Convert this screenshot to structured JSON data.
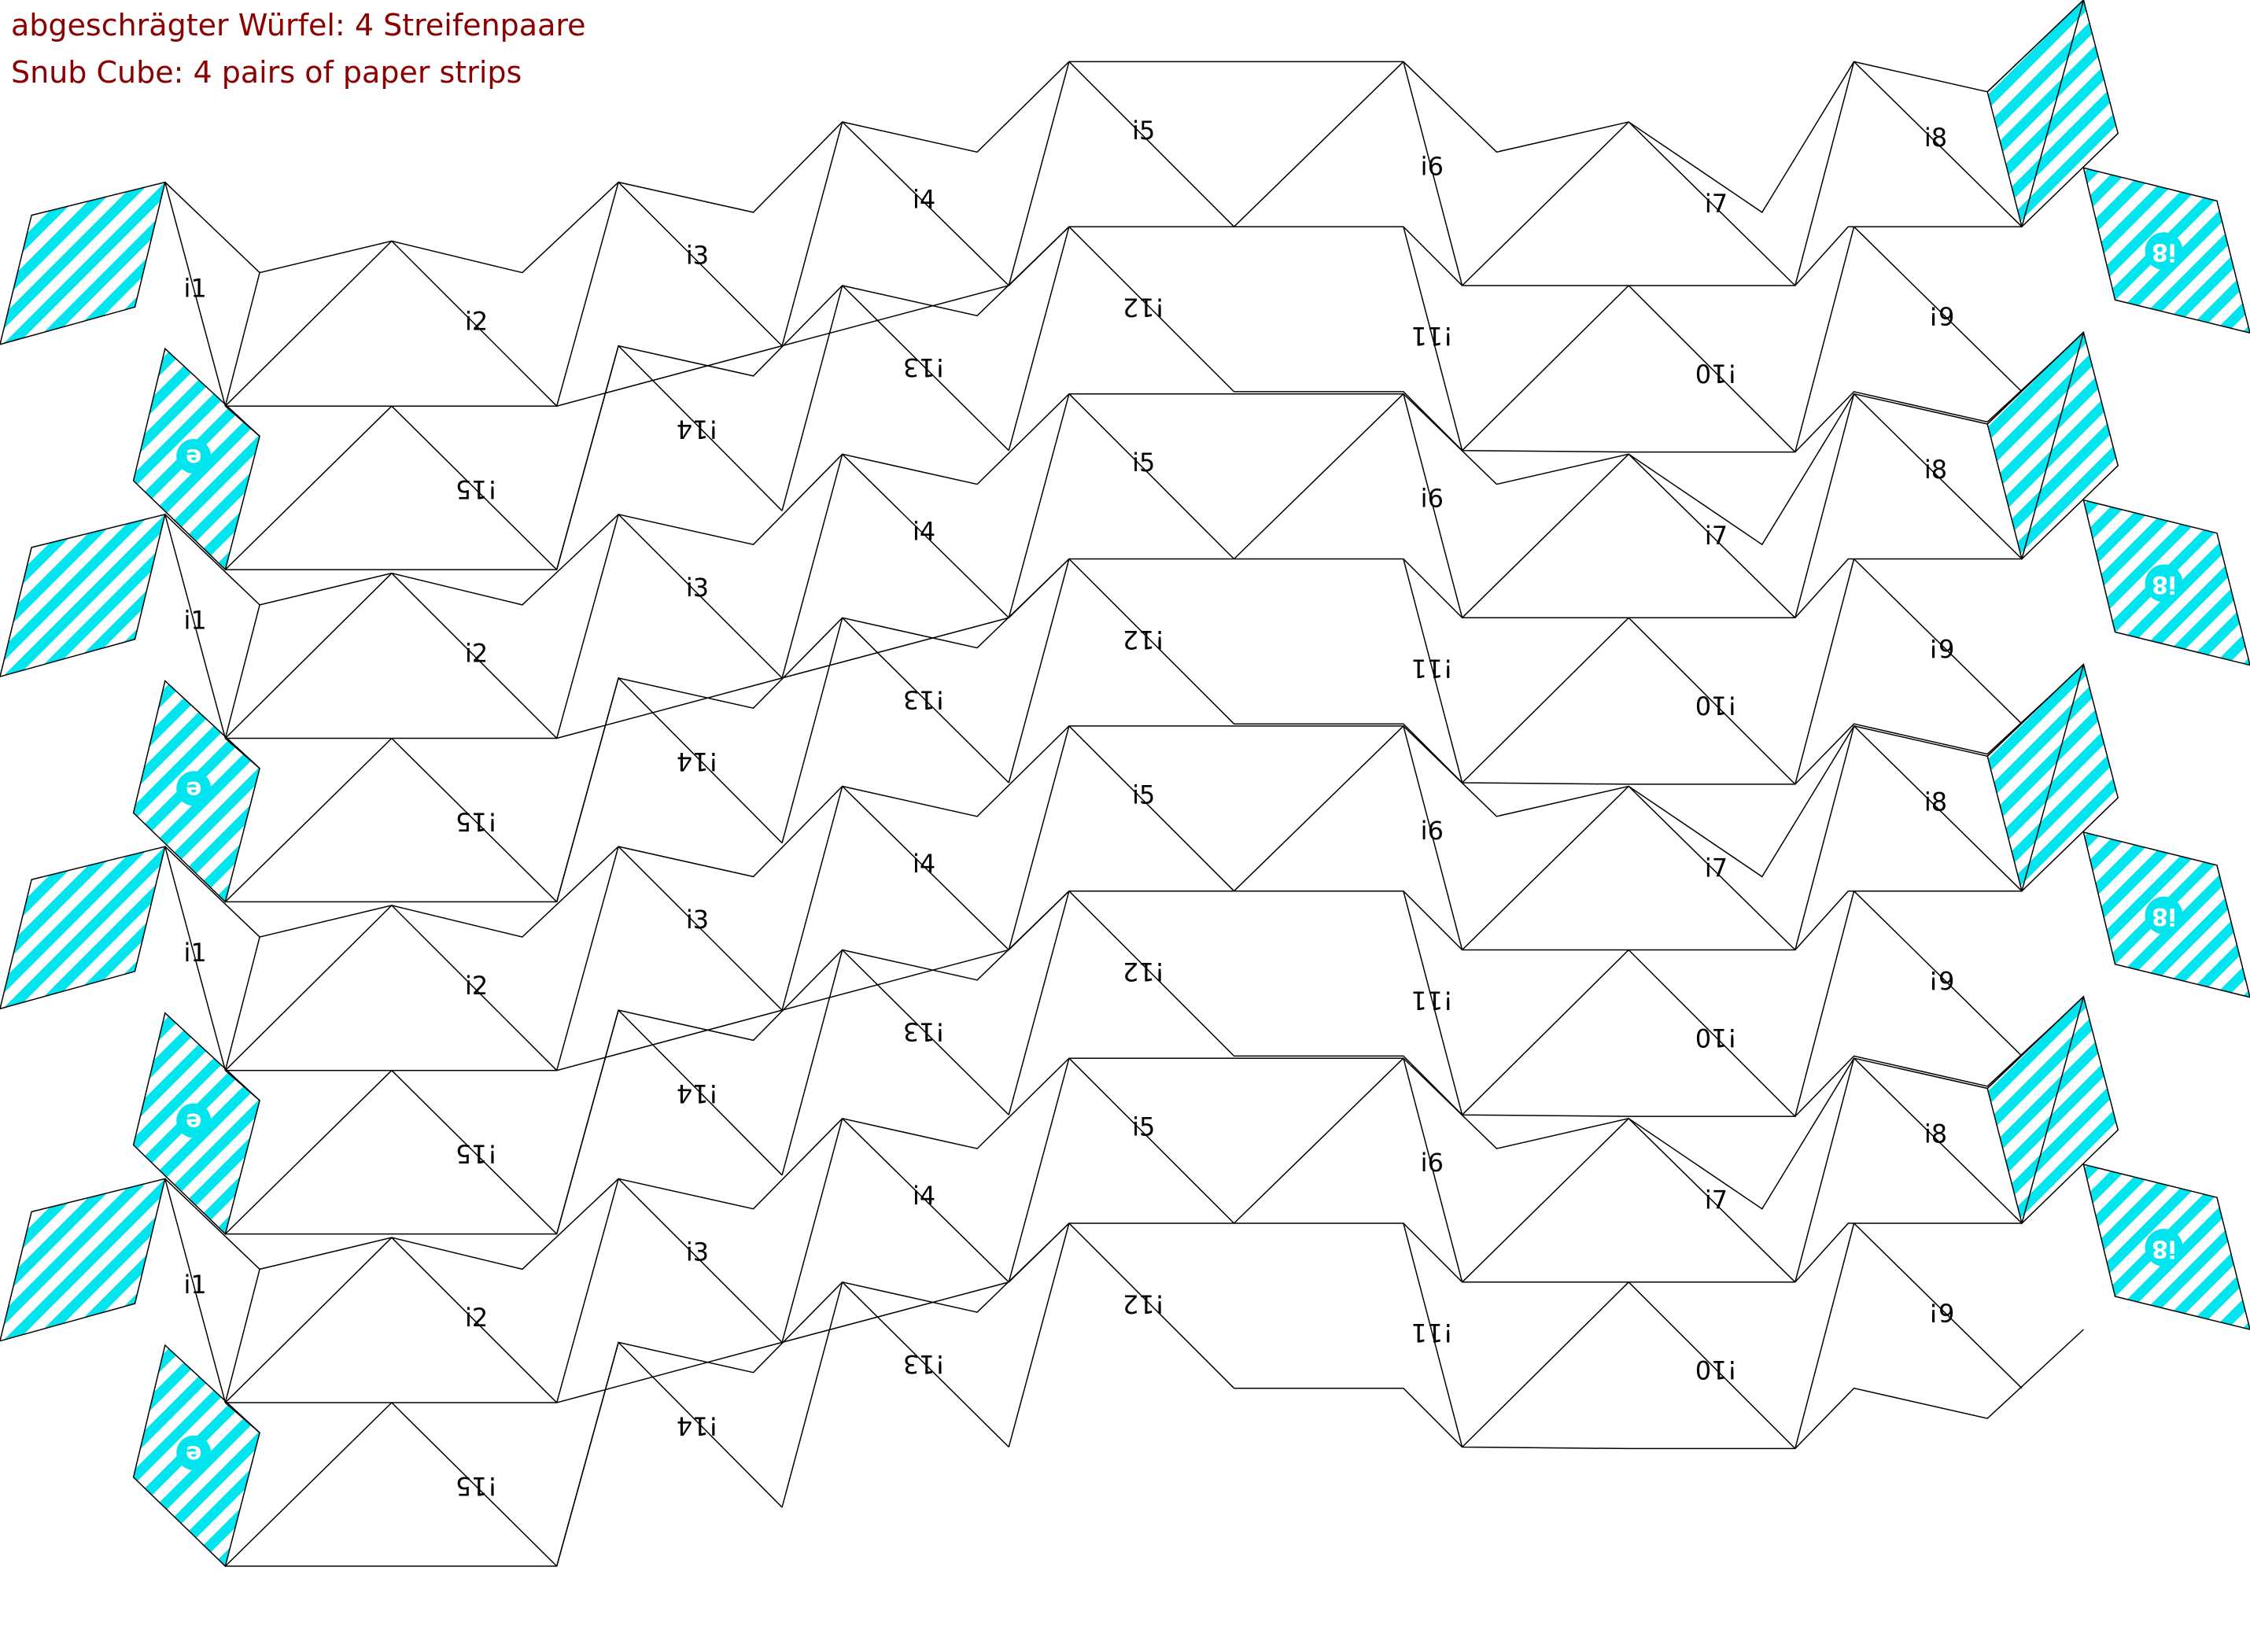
{
  "title_de": "abgeschrägter Würfel: 4 Streifenpaare",
  "title_en": "Snub Cube: 4 pairs of paper strips",
  "colors": {
    "title": "#8b0000",
    "tab_stripe": "#00e5ee",
    "line": "#000000"
  },
  "strip_pairs": [
    {
      "upper_labels": [
        "i1",
        "i2",
        "i3",
        "i4",
        "i5",
        "i6",
        "i7",
        "i8"
      ],
      "lower_labels": [
        "6!",
        "!10",
        "!11",
        "!12",
        "!13",
        "!14",
        "!15"
      ],
      "tab_upper": "i8",
      "tab_lower": "e"
    },
    {
      "upper_labels": [
        "i1",
        "i2",
        "i3",
        "i4",
        "i5",
        "i6",
        "i7",
        "i8"
      ],
      "lower_labels": [
        "6!",
        "!10",
        "!11",
        "!12",
        "!13",
        "!14",
        "!15"
      ],
      "tab_upper": "i8",
      "tab_lower": "e"
    },
    {
      "upper_labels": [
        "i1",
        "i2",
        "i3",
        "i4",
        "i5",
        "i6",
        "i7",
        "i8"
      ],
      "lower_labels": [
        "6!",
        "!10",
        "!11",
        "!12",
        "!13",
        "!14",
        "!15"
      ],
      "tab_upper": "i8",
      "tab_lower": "e"
    },
    {
      "upper_labels": [
        "i1",
        "i2",
        "i3",
        "i4",
        "i5",
        "i6",
        "i7",
        "i8"
      ],
      "lower_labels": [
        "6!",
        "!10",
        "!11",
        "!12",
        "!13",
        "!14",
        "!15"
      ],
      "tab_upper": "i8",
      "tab_lower": "e"
    }
  ]
}
